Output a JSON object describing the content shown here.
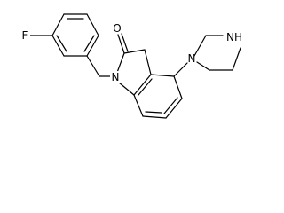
{
  "structure": {
    "atoms": {
      "fluorine": "F",
      "carbonyl_oxygen": "O",
      "indole_nitrogen": "N",
      "piperazine_attached_nitrogen": "N",
      "piperazine_nh": "NH"
    }
  }
}
